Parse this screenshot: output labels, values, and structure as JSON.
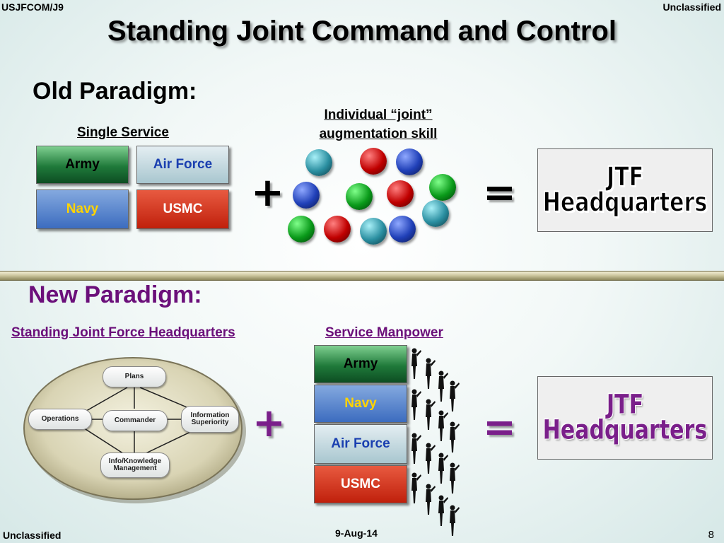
{
  "header": {
    "org": "USJFCOM/J9",
    "classification": "Unclassified"
  },
  "title": "Standing Joint Command and Control",
  "old": {
    "heading": "Old Paradigm:",
    "single_service_label": "Single Service",
    "augmentation_label_1": "Individual “joint”",
    "augmentation_label_2": "augmentation skill",
    "services": [
      "Army",
      "Air Force",
      "Navy",
      "USMC"
    ],
    "plus": "+",
    "equals": "=",
    "result_1": "JTF",
    "result_2": "Headquarters"
  },
  "new": {
    "heading": "New Paradigm:",
    "sjfhq_label": "Standing Joint Force Headquarters",
    "manpower_label": "Service Manpower",
    "nodes": {
      "plans": "Plans",
      "operations": "Operations",
      "commander": "Commander",
      "info_sup_1": "Information",
      "info_sup_2": "Superiority",
      "ikm_1": "Info/Knowledge",
      "ikm_2": "Management"
    },
    "services": [
      "Army",
      "Navy",
      "Air Force",
      "USMC"
    ],
    "plus": "+",
    "equals": "=",
    "result_1": "JTF",
    "result_2": "Headquarters"
  },
  "footer": {
    "classification": "Unclassified",
    "date": "9-Aug-14",
    "page": "8"
  },
  "colors": {
    "army": "#1f7a3a",
    "air_force_text": "#1a3fb0",
    "navy": "#3c6cbf",
    "navy_text": "#ffd400",
    "usmc": "#c0200c",
    "new_paradigm": "#6b0f7a"
  }
}
